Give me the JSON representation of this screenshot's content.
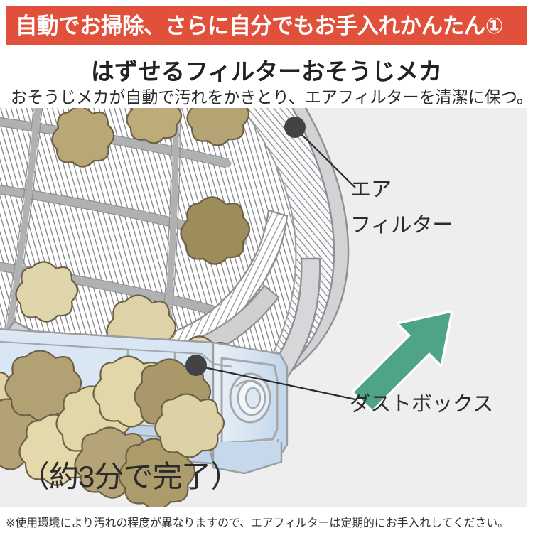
{
  "banner": {
    "text": "自動でお掃除、さらに自分でもお手入れかんたん①",
    "bg_color": "#e0503a",
    "text_color": "#ffffff"
  },
  "heading": {
    "title": "はずせるフィルターおそうじメカ",
    "subtitle": "おそうじメカが自動で汚れをかきとり、エアフィルターを清潔に保つ。"
  },
  "illustration": {
    "background_color": "#eeeeee",
    "arrow_color": "#4fa387",
    "marker_color": "#3f3f40",
    "filter_frame_color": "#a8a8a8",
    "dustbox_color": "#c9dcee",
    "dirt_colors": [
      "#a39262",
      "#ddd2a8",
      "#bfae7b",
      "#e3dcb9",
      "#b0a070"
    ],
    "callouts": [
      {
        "id": "air-filter",
        "line1": "エア",
        "line2": "フィルター"
      },
      {
        "id": "dust-box",
        "label": "ダストボックス"
      }
    ]
  },
  "bottom_note": "（約3分で完了）",
  "footnote": "※使用環境により汚れの程度が異なりますので、エアフィルターは定期的にお手入れしてください。"
}
